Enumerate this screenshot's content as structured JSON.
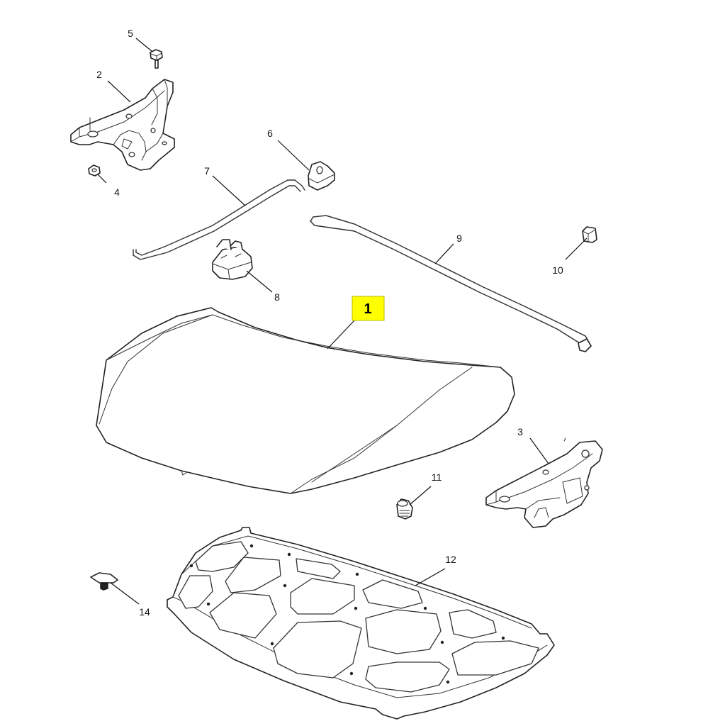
{
  "diagram": {
    "highlight_color": "#ffff00",
    "callouts": {
      "c1": "1",
      "c2": "2",
      "c3": "3",
      "c4": "4",
      "c5": "5",
      "c6": "6",
      "c7": "7",
      "c8": "8",
      "c9": "9",
      "c10": "10",
      "c11": "11",
      "c12": "12",
      "c14": "14"
    }
  }
}
